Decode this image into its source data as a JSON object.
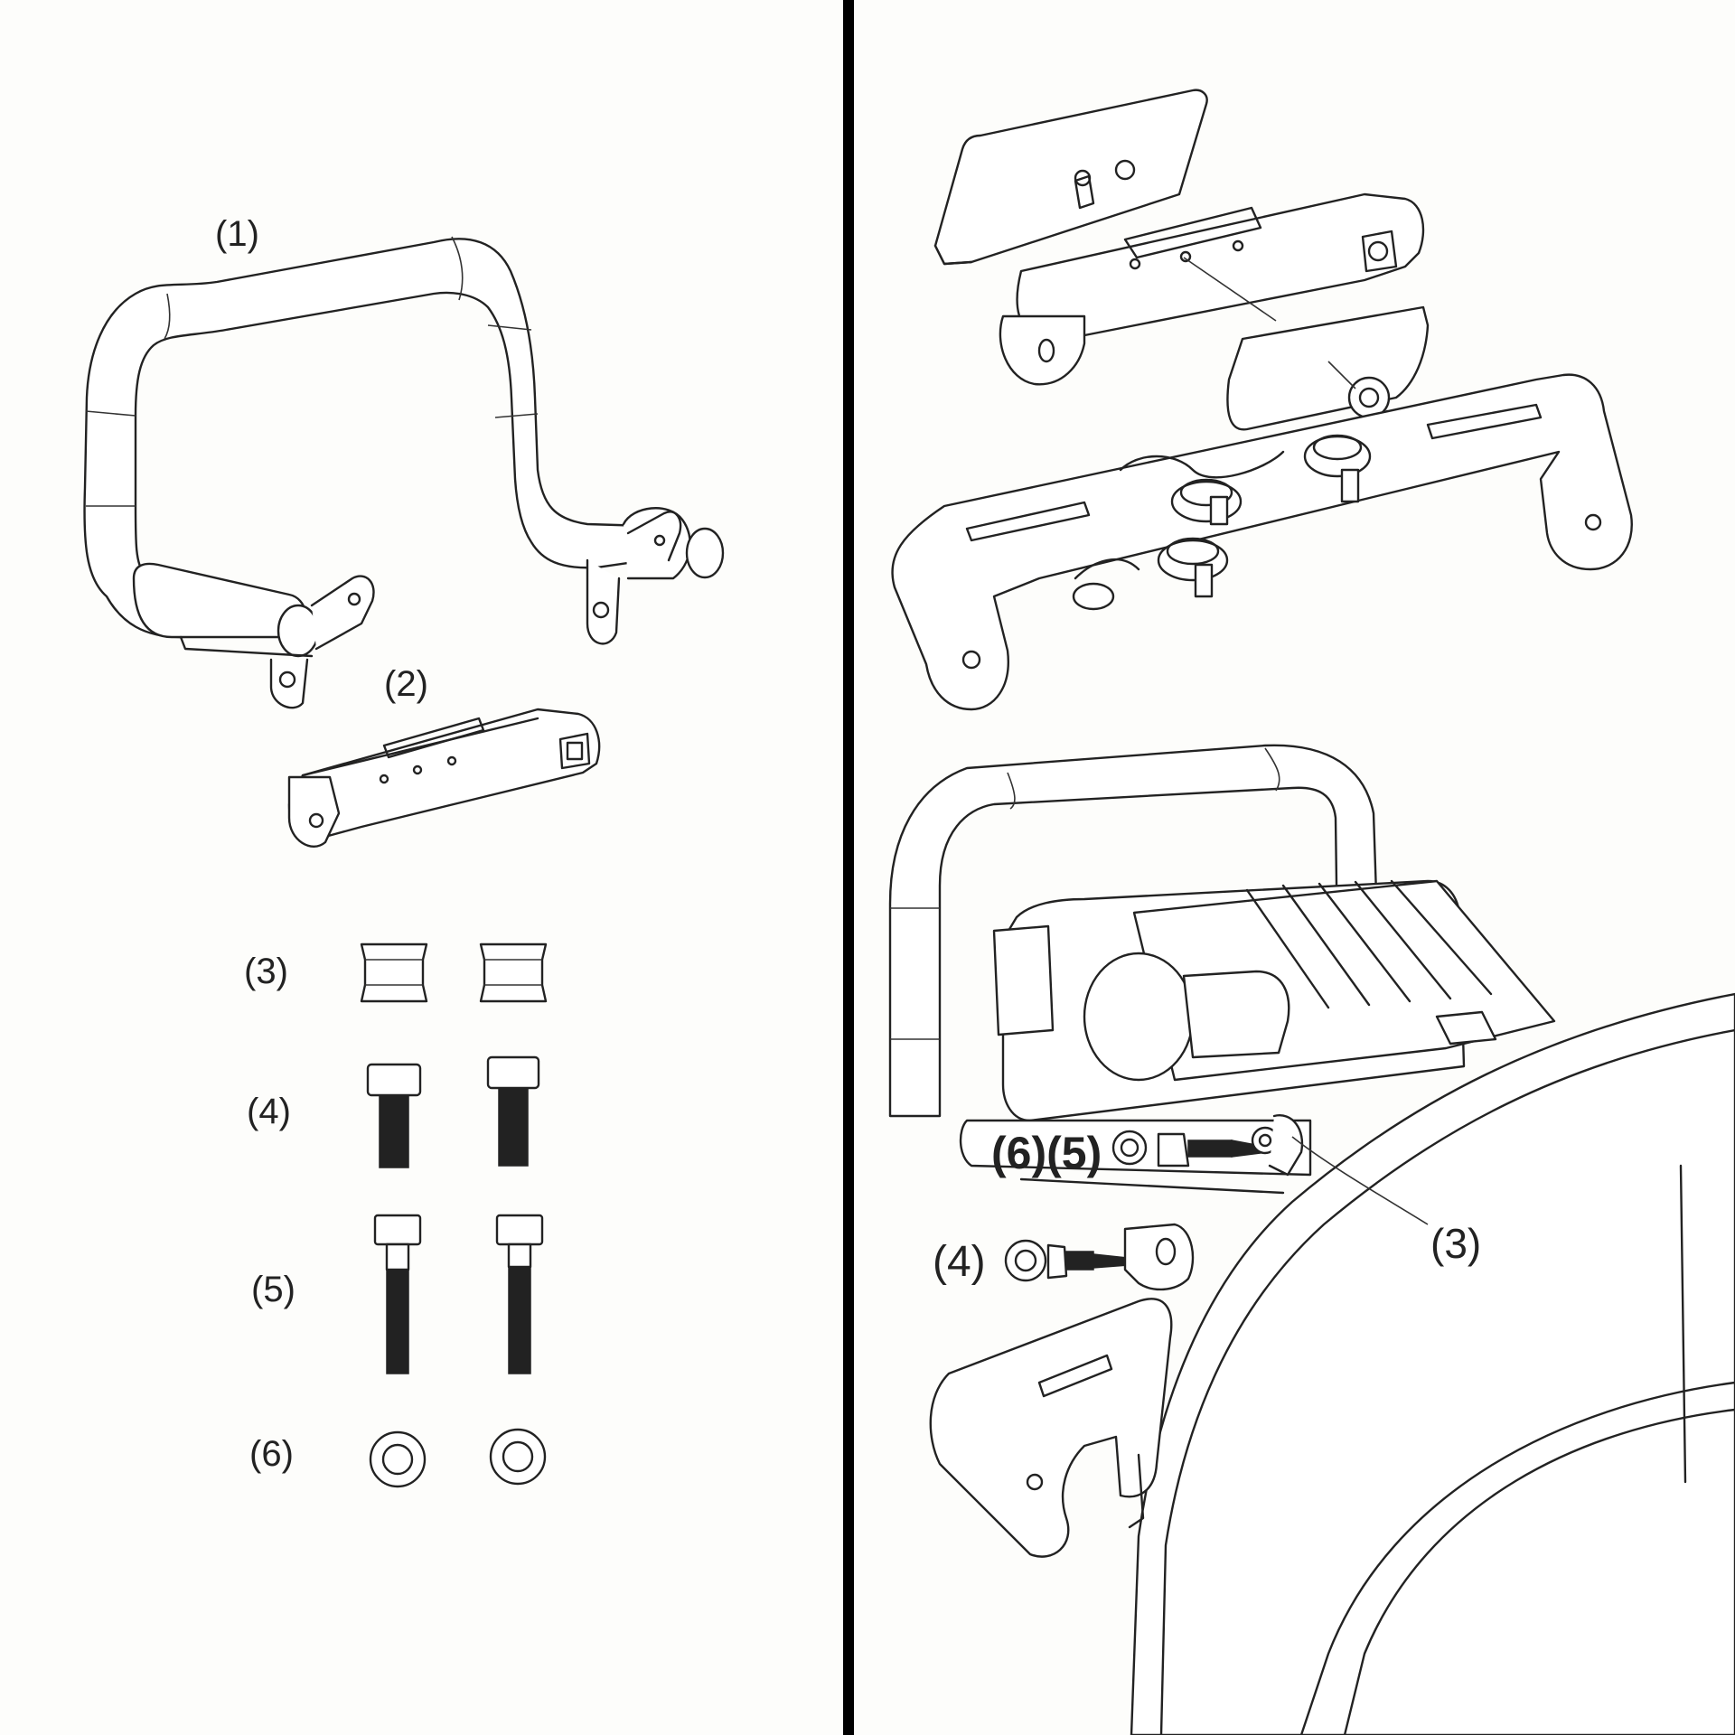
{
  "parts_panel": {
    "labels": [
      {
        "id": "p1",
        "text": "(1)"
      },
      {
        "id": "p2",
        "text": "(2)"
      },
      {
        "id": "p3",
        "text": "(3)"
      },
      {
        "id": "p4",
        "text": "(4)"
      },
      {
        "id": "p5",
        "text": "(5)"
      },
      {
        "id": "p6",
        "text": "(6)"
      }
    ]
  },
  "assembly_panel": {
    "labels": {
      "washer_bolt": "(6)(5)",
      "short_bolt": "(4)",
      "spacer": "(3)"
    }
  },
  "colors": {
    "ink": "#222222",
    "paper": "#fdfdfb",
    "divider": "#000000"
  }
}
